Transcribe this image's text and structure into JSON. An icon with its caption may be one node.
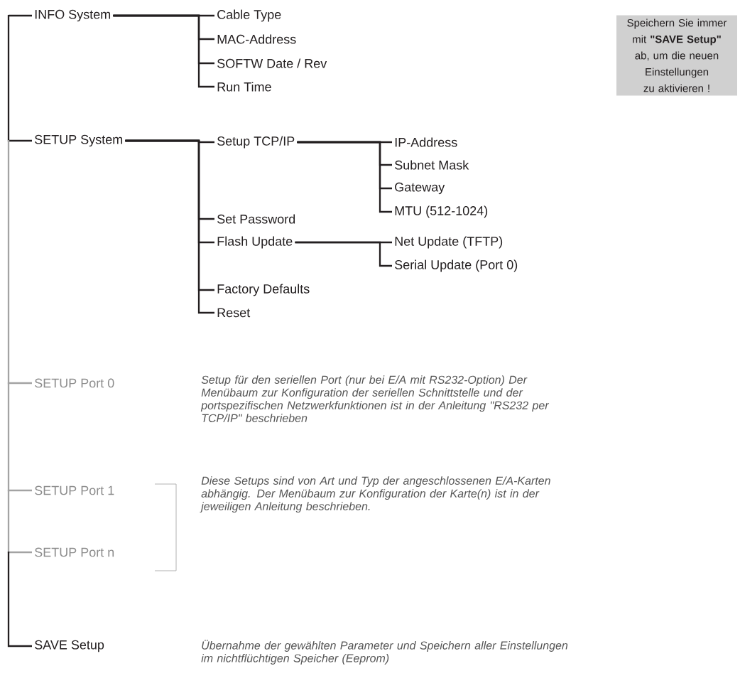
{
  "diagram": {
    "nodes": [
      {
        "text": [
          "INFO System"
        ]
      },
      {
        "text": [
          "Cable Type"
        ]
      },
      {
        "text": [
          "MAC-Address"
        ]
      },
      {
        "text": [
          "SOFTW Date / Rev"
        ]
      },
      {
        "text": [
          "Run Time"
        ]
      },
      {
        "text": [
          "SETUP System"
        ]
      },
      {
        "text": [
          "Setup TCP/IP"
        ]
      },
      {
        "text": [
          "IP-Address"
        ]
      },
      {
        "text": [
          "Subnet Mask"
        ]
      },
      {
        "text": [
          "Gateway"
        ]
      },
      {
        "text": [
          "MTU (512-1024)"
        ]
      },
      {
        "text": [
          "Set Password"
        ]
      },
      {
        "text": [
          "Flash Update"
        ]
      },
      {
        "text": [
          "Net Update (TFTP)"
        ]
      },
      {
        "text": [
          "Serial Update (Port 0)"
        ]
      },
      {
        "text": [
          "Factory Defaults"
        ]
      },
      {
        "text": [
          "Reset"
        ]
      },
      {
        "text": [
          "SETUP Port 0"
        ]
      },
      {
        "text": [
          "SETUP Port 1"
        ]
      },
      {
        "text": [
          "SETUP Port n"
        ]
      },
      {
        "text": [
          "SAVE Setup"
        ]
      },
      {
        "text": [
          "Speichern Sie immer mit **\"SAVE Setup\"** ab, um die neuen Einstellungen zu aktivieren !"
        ]
      }
    ],
    "edges": [
      {
        "from": null,
        "to": 0,
        "arrow": "none"
      },
      {
        "from": null,
        "to": 5,
        "arrow": "none"
      },
      {
        "from": null,
        "to": 17,
        "arrow": "none",
        "color": "#a3a3a3"
      },
      {
        "from": null,
        "to": 18,
        "arrow": "none",
        "color": "#a3a3a3"
      },
      {
        "from": null,
        "to": 19,
        "arrow": "none",
        "color": "#a3a3a3"
      },
      {
        "from": null,
        "to": 20,
        "arrow": "none"
      },
      {
        "from": 0,
        "to": 1,
        "arrow": "none"
      },
      {
        "from": 0,
        "to": 2,
        "arrow": "none"
      },
      {
        "from": 0,
        "to": 3,
        "arrow": "none"
      },
      {
        "from": 0,
        "to": 4,
        "arrow": "none"
      },
      {
        "from": 5,
        "to": 6,
        "arrow": "none"
      },
      {
        "from": 5,
        "to": 11,
        "arrow": "none"
      },
      {
        "from": 5,
        "to": 12,
        "arrow": "none"
      },
      {
        "from": 5,
        "to": 15,
        "arrow": "none"
      },
      {
        "from": 5,
        "to": 16,
        "arrow": "none"
      },
      {
        "from": 6,
        "to": 7,
        "arrow": "none"
      },
      {
        "from": 6,
        "to": 8,
        "arrow": "none"
      },
      {
        "from": 6,
        "to": 9,
        "arrow": "none"
      },
      {
        "from": 6,
        "to": 10,
        "arrow": "none"
      },
      {
        "from": 12,
        "to": 13,
        "arrow": "none"
      },
      {
        "from": 12,
        "to": 14,
        "arrow": "none"
      }
    ],
    "labels": [
      "Setup für den seriellen Port (nur bei E/A mit RS232-Option) Der Menübaum zur Konfiguration der seriellen Schnittstelle und der portspezifischen Netzwerkfunktionen ist in der Anleitung \"RS232 per TCP/IP\" beschrieben",
      "Diese Setups sind von Art und Typ der angeschlossenen E/A-Karten abhängig. Der Menübaum zur Konfiguration der Karte(n) ist in der jeweiligen Anleitung beschrieben.",
      "Übernahme der gewählten Parameter und Speichern aller Einstellungen im nichtflüchtigen Speicher (Eeprom)"
    ]
  }
}
